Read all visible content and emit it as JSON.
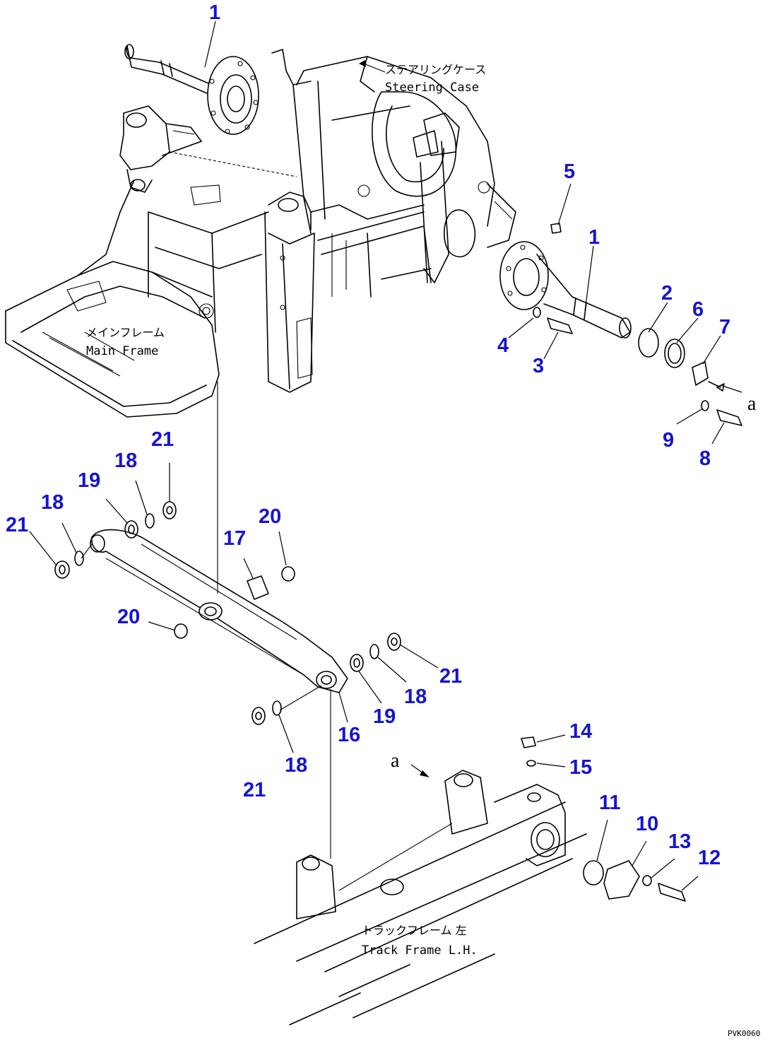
{
  "diagram": {
    "drawing_code": "PVK0060",
    "labels": {
      "steering_case_jp": "ステアリングケース",
      "steering_case_en": "Steering Case",
      "main_frame_jp": "メインフレーム",
      "main_frame_en": "Main Frame",
      "track_frame_jp": "トラックフレーム 左",
      "track_frame_en": "Track Frame L.H."
    },
    "reference_marks": {
      "a_upper": "a",
      "a_lower": "a"
    },
    "colors": {
      "callout": "#1414d2",
      "line": "#000000"
    },
    "callouts": [
      {
        "id": "c1a",
        "text": "1"
      },
      {
        "id": "c1b",
        "text": "1"
      },
      {
        "id": "c2",
        "text": "2"
      },
      {
        "id": "c3",
        "text": "3"
      },
      {
        "id": "c4",
        "text": "4"
      },
      {
        "id": "c5",
        "text": "5"
      },
      {
        "id": "c6",
        "text": "6"
      },
      {
        "id": "c7",
        "text": "7"
      },
      {
        "id": "c8",
        "text": "8"
      },
      {
        "id": "c9",
        "text": "9"
      },
      {
        "id": "c10",
        "text": "10"
      },
      {
        "id": "c11",
        "text": "11"
      },
      {
        "id": "c12",
        "text": "12"
      },
      {
        "id": "c13",
        "text": "13"
      },
      {
        "id": "c14",
        "text": "14"
      },
      {
        "id": "c15",
        "text": "15"
      },
      {
        "id": "c16",
        "text": "16"
      },
      {
        "id": "c17",
        "text": "17"
      },
      {
        "id": "c18a",
        "text": "18"
      },
      {
        "id": "c18b",
        "text": "18"
      },
      {
        "id": "c18c",
        "text": "18"
      },
      {
        "id": "c18d",
        "text": "18"
      },
      {
        "id": "c19a",
        "text": "19"
      },
      {
        "id": "c19b",
        "text": "19"
      },
      {
        "id": "c20a",
        "text": "20"
      },
      {
        "id": "c20b",
        "text": "20"
      },
      {
        "id": "c21a",
        "text": "21"
      },
      {
        "id": "c21b",
        "text": "21"
      },
      {
        "id": "c21c",
        "text": "21"
      },
      {
        "id": "c21d",
        "text": "21"
      }
    ]
  }
}
